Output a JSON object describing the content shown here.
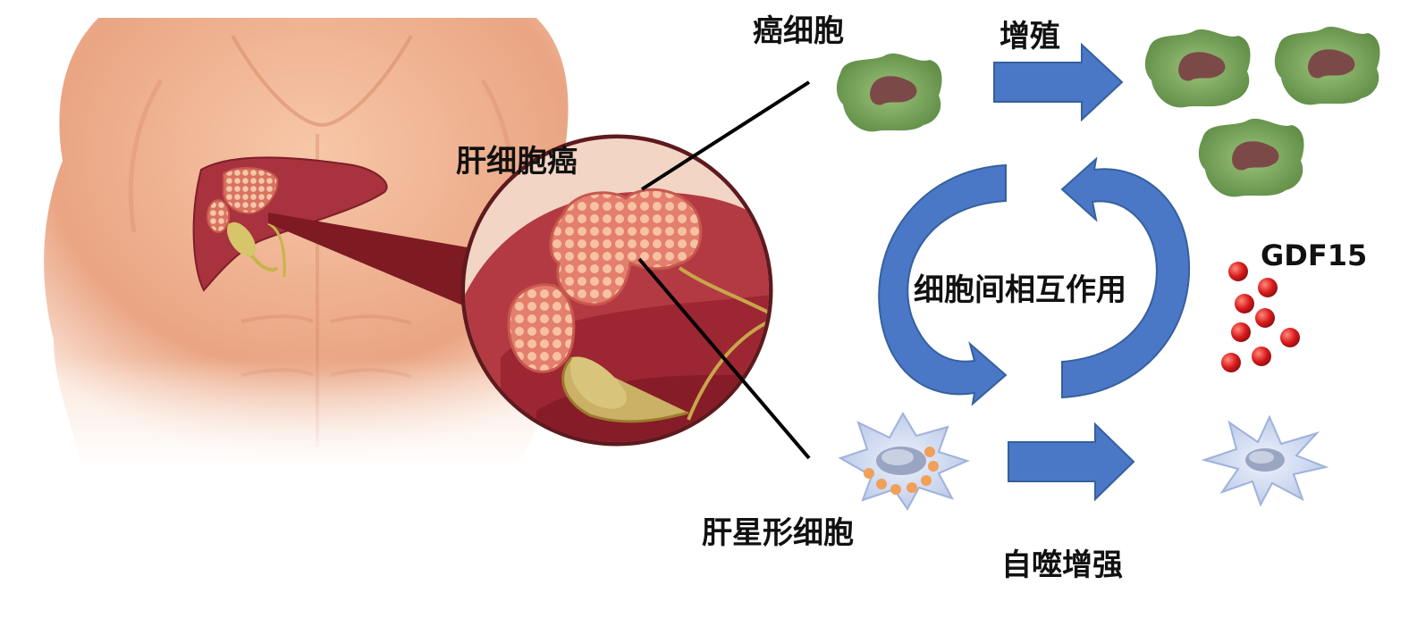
{
  "labels": {
    "hcc": "肝细胞癌",
    "cancer_cell": "癌细胞",
    "proliferation": "增殖",
    "interaction": "细胞间相互作用",
    "gdf15": "GDF15",
    "stellate_cell": "肝星形细胞",
    "autophagy": "自噬增强"
  },
  "colors": {
    "skin": "#e9a582",
    "liver": "#a8323d",
    "tumor": "#e88a7a",
    "cancer_cell": "#6f9a53",
    "nucleus": "#7b4a48",
    "stellate_cell": "#c8d4ec",
    "arrow": "#4a78c6",
    "gdf15": "#d9191c"
  },
  "icons": {
    "torso": "human-torso-icon",
    "liver": "liver-icon",
    "magnifier": "magnified-tumor-icon",
    "cancer_cell": "cancer-cell-icon",
    "stellate_cell": "stellate-cell-icon"
  }
}
